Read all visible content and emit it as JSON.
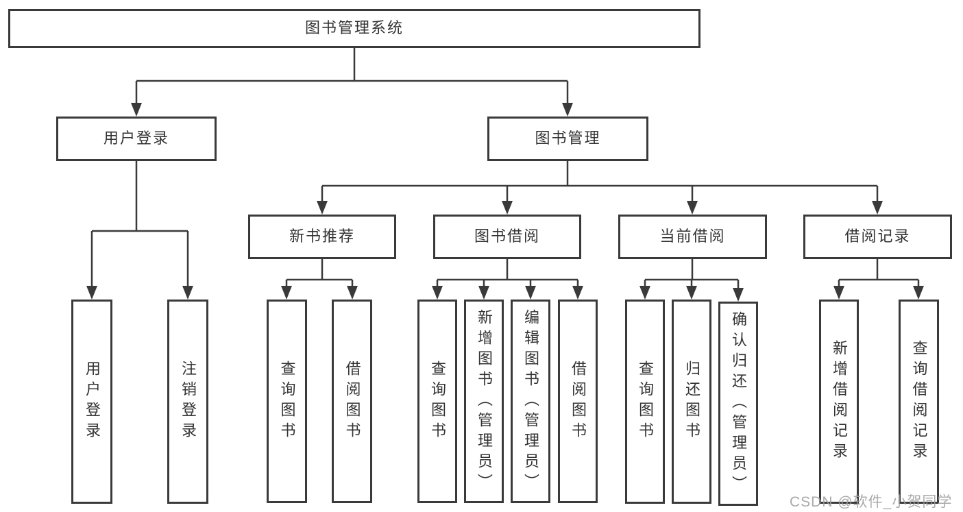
{
  "diagram": {
    "title": "图书管理系统",
    "nodes": {
      "root": "图书管理系统",
      "user_login": "用户登录",
      "book_mgmt": "图书管理",
      "new_book_rec": "新书推荐",
      "book_borrow": "图书借阅",
      "current_borrow": "当前借阅",
      "borrow_record": "借阅记录",
      "leaf_user_login": "用户登录",
      "leaf_logout": "注销登录",
      "leaf_rec_query": "查询图书",
      "leaf_rec_borrow": "借阅图书",
      "leaf_bb_query": "查询图书",
      "leaf_bb_add": "新增图书（管理员）",
      "leaf_bb_edit": "编辑图书（管理员）",
      "leaf_bb_borrow": "借阅图书",
      "leaf_cb_query": "查询图书",
      "leaf_cb_return": "归还图书",
      "leaf_cb_confirm": "确认归还（管理员）",
      "leaf_br_add": "新增借阅记录",
      "leaf_br_query": "查询借阅记录"
    },
    "colors": {
      "line": "#3a3a3a",
      "text": "#333333",
      "background": "#ffffff",
      "watermark": "#9e9e9e"
    }
  },
  "watermark": "CSDN @软件_小贺同学"
}
